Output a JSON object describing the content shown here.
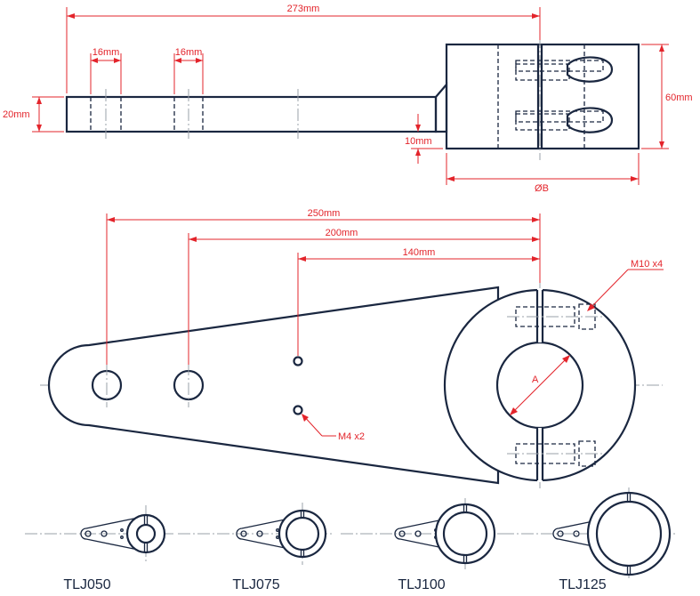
{
  "top_view": {
    "overall_length": "273mm",
    "hole_spacing_1": "16mm",
    "hole_spacing_2": "16mm",
    "arm_height": "20mm",
    "clamp_height": "60mm",
    "offset": "10mm",
    "clamp_diameter": "ØB"
  },
  "front_view": {
    "dim_250": "250mm",
    "dim_200": "200mm",
    "dim_140": "140mm",
    "clamp_screw_note": "M10 x4",
    "small_hole_note": "M4 x2",
    "bore_label": "A"
  },
  "models": [
    "TLJ050",
    "TLJ075",
    "TLJ100",
    "TLJ125"
  ],
  "colors": {
    "outline": "#1a2740",
    "dimension": "#e3242b",
    "centerline": "#9aa0a8"
  }
}
